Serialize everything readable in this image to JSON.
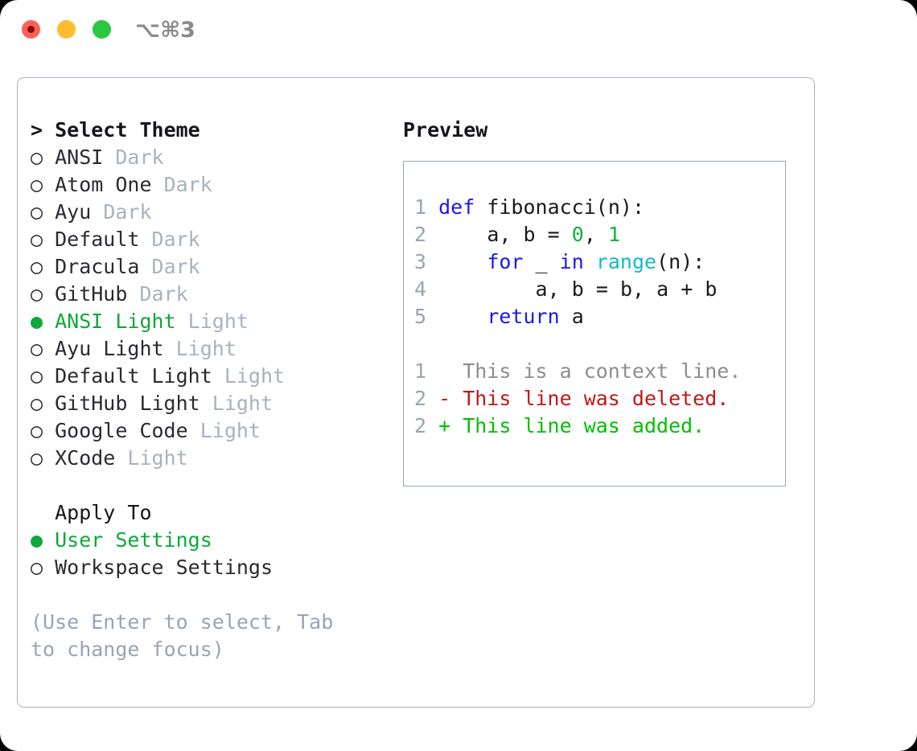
{
  "titlebar": {
    "shortcut": "⌥⌘3",
    "buttons": [
      {
        "name": "close",
        "color": "#ff5f57"
      },
      {
        "name": "minimize",
        "color": "#ffbd2e"
      },
      {
        "name": "maximize",
        "color": "#28c840"
      }
    ]
  },
  "theme_picker": {
    "heading": "> Select Theme",
    "options": [
      {
        "marker": "○",
        "name": "ANSI",
        "suffix": "Dark",
        "selected": false
      },
      {
        "marker": "○",
        "name": "Atom One",
        "suffix": "Dark",
        "selected": false
      },
      {
        "marker": "○",
        "name": "Ayu",
        "suffix": "Dark",
        "selected": false
      },
      {
        "marker": "○",
        "name": "Default",
        "suffix": "Dark",
        "selected": false
      },
      {
        "marker": "○",
        "name": "Dracula",
        "suffix": "Dark",
        "selected": false
      },
      {
        "marker": "○",
        "name": "GitHub",
        "suffix": "Dark",
        "selected": false
      },
      {
        "marker": "●",
        "name": "ANSI Light",
        "suffix": "Light",
        "selected": true
      },
      {
        "marker": "○",
        "name": "Ayu Light",
        "suffix": "Light",
        "selected": false
      },
      {
        "marker": "○",
        "name": "Default Light",
        "suffix": "Light",
        "selected": false
      },
      {
        "marker": "○",
        "name": "GitHub Light",
        "suffix": "Light",
        "selected": false
      },
      {
        "marker": "○",
        "name": "Google Code",
        "suffix": "Light",
        "selected": false
      },
      {
        "marker": "○",
        "name": "XCode",
        "suffix": "Light",
        "selected": false
      }
    ]
  },
  "apply_to": {
    "label": "Apply To",
    "options": [
      {
        "marker": "●",
        "name": "User Settings",
        "selected": true
      },
      {
        "marker": "○",
        "name": "Workspace Settings",
        "selected": false
      }
    ]
  },
  "hint": "(Use Enter to select, Tab to change focus)",
  "preview": {
    "title": "Preview",
    "code_lines": [
      {
        "num": "1",
        "text": "def fibonacci(n):"
      },
      {
        "num": "2",
        "text": "    a, b = 0, 1"
      },
      {
        "num": "3",
        "text": "    for _ in range(n):"
      },
      {
        "num": "4",
        "text": "        a, b = b, a + b"
      },
      {
        "num": "5",
        "text": "    return a"
      }
    ],
    "diff_lines": [
      {
        "num": "1",
        "sign": " ",
        "text": "  This is a context line.",
        "kind": "context"
      },
      {
        "num": "2",
        "sign": "-",
        "text": "This line was deleted.",
        "kind": "deleted"
      },
      {
        "num": "2",
        "sign": "+",
        "text": "This line was added.",
        "kind": "added"
      }
    ]
  },
  "colors": {
    "accent_green": "#0fa83a",
    "keyword_blue": "#1a1ae8",
    "number_green": "#0fb33a",
    "builtin_cyan": "#11bcc4",
    "muted_grey": "#a8b2bf",
    "diff_add": "#00c000",
    "diff_del": "#c01818",
    "border": "#a9b3c1"
  }
}
